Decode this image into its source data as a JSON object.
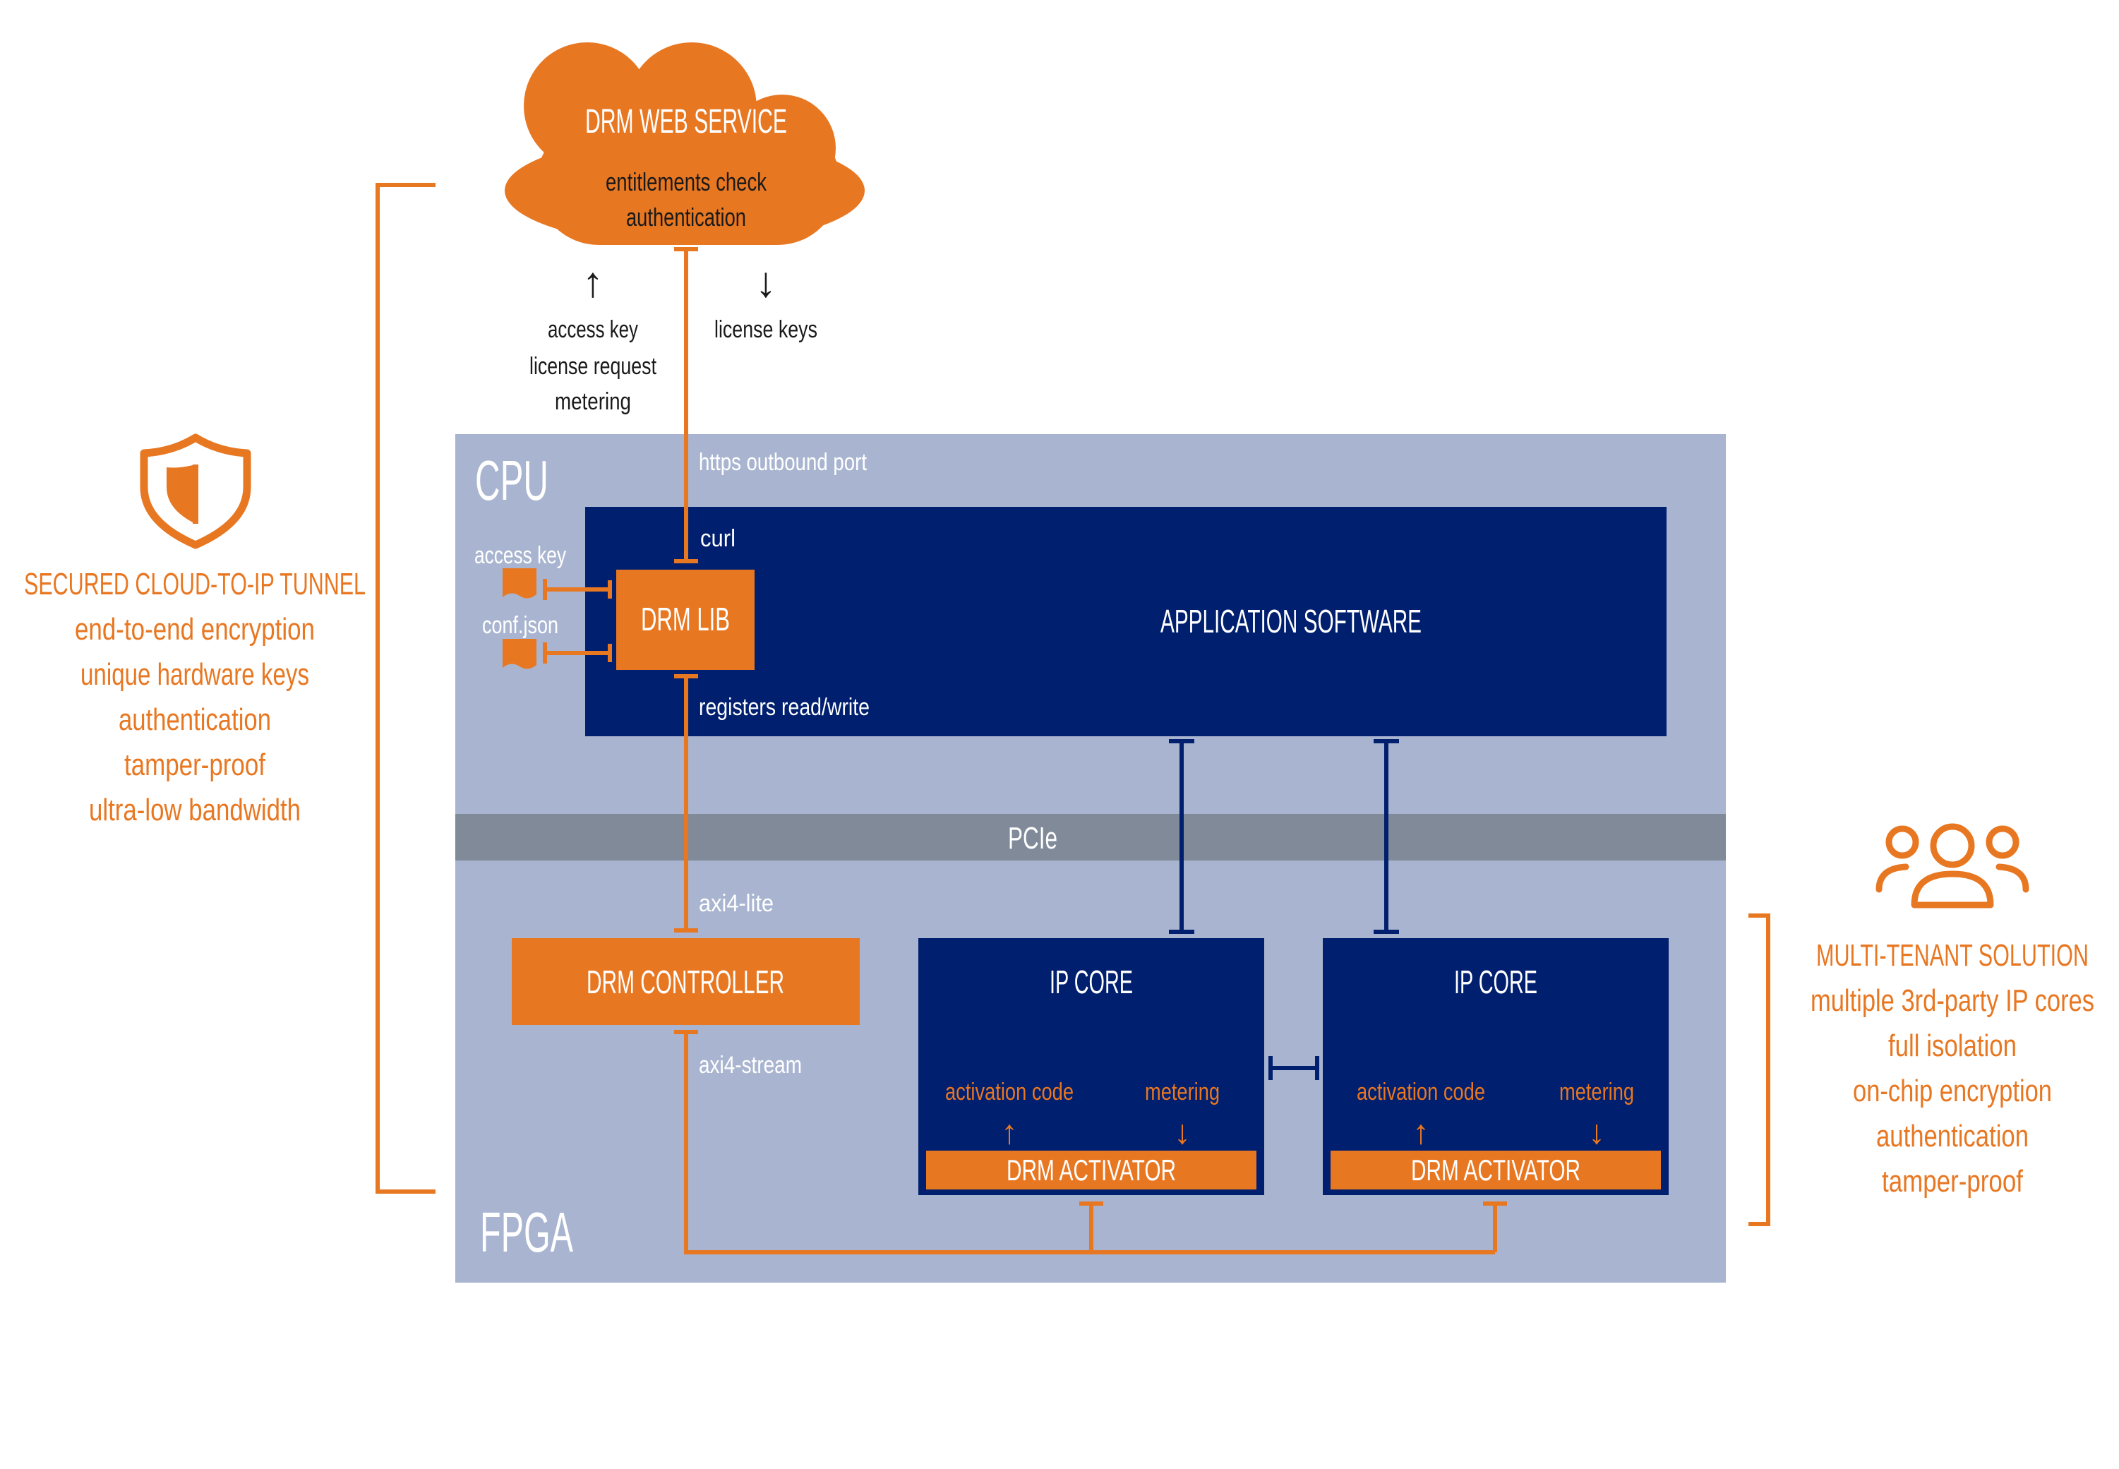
{
  "colors": {
    "orange": "#E87722",
    "navy": "#001F6E",
    "panel": "#A9B5D0",
    "bus": "#808A99",
    "white": "#FFFFFF",
    "text_dark": "#1A1A1A"
  },
  "cloud": {
    "title": "DRM WEB SERVICE",
    "line1": "entitlements check",
    "line2": "authentication"
  },
  "upstream": {
    "arrow": "↑",
    "lines": [
      "access key",
      "license request",
      "metering"
    ]
  },
  "downstream": {
    "arrow": "↓",
    "line": "license keys"
  },
  "left_panel": {
    "icon": "shield-icon",
    "title": "SECURED CLOUD-TO-IP TUNNEL",
    "lines": [
      "end-to-end encryption",
      "unique hardware keys",
      "authentication",
      "tamper-proof",
      "ultra-low bandwidth"
    ]
  },
  "right_panel": {
    "icon": "users-icon",
    "title": "MULTI-TENANT SOLUTION",
    "lines": [
      "multiple 3rd-party IP cores",
      "full isolation",
      "on-chip encryption",
      "authentication",
      "tamper-proof"
    ]
  },
  "cpu": {
    "label": "CPU",
    "https_label": "https outbound port",
    "curl_label": "curl",
    "app_software": "APPLICATION SOFTWARE",
    "drm_lib": "DRM LIB",
    "access_key_file": "access key",
    "conf_file": "conf.json",
    "registers_label": "registers read/write"
  },
  "bus": {
    "label": "PCIe"
  },
  "fpga": {
    "label": "FPGA",
    "axi_lite": "axi4-lite",
    "axi_stream": "axi4-stream",
    "drm_controller": "DRM CONTROLLER",
    "ip_cores": [
      {
        "title": "IP CORE",
        "activation": "activation code",
        "metering": "metering",
        "activator": "DRM ACTIVATOR"
      },
      {
        "title": "IP CORE",
        "activation": "activation code",
        "metering": "metering",
        "activator": "DRM ACTIVATOR"
      }
    ],
    "arrow_up": "↑",
    "arrow_down": "↓"
  }
}
